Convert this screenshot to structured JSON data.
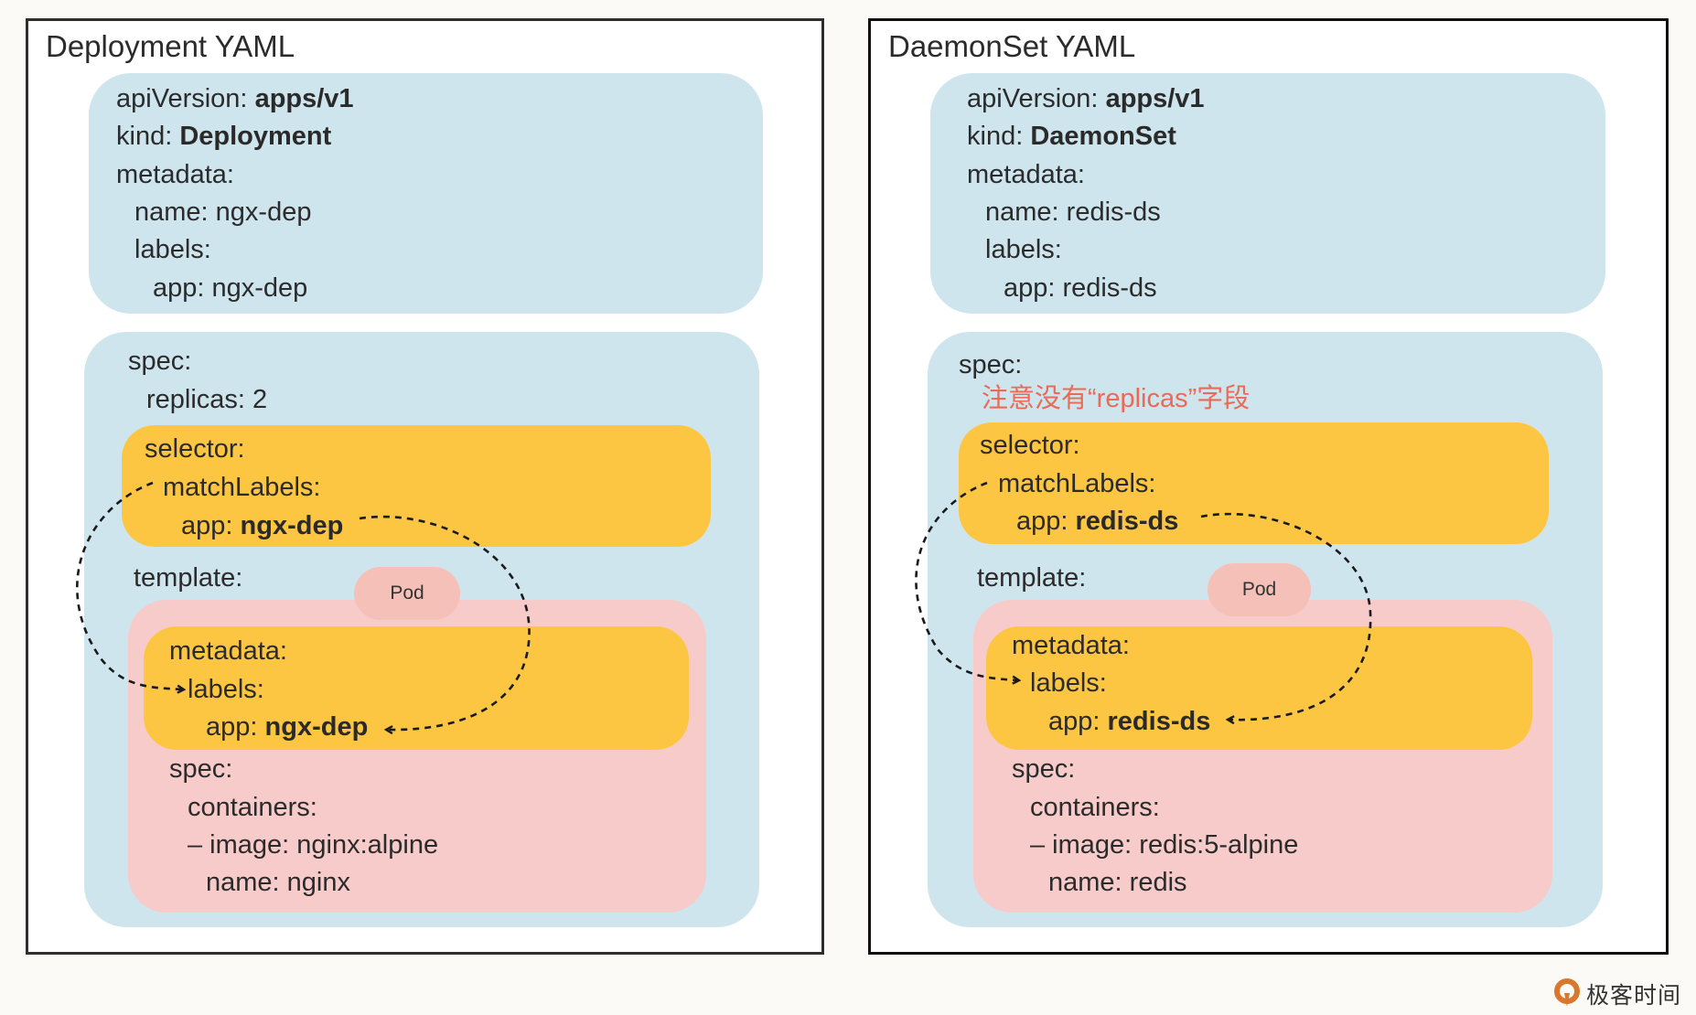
{
  "colors": {
    "metadata_box": "#cfe5ee",
    "selector_box": "#fcc643",
    "template_box": "#f7cbca",
    "pod_badge": "#f5c0b7",
    "note_text": "#ea6a55"
  },
  "left": {
    "title": "Deployment YAML",
    "header": {
      "apiVersion_key": "apiVersion:",
      "apiVersion_val": "apps/v1",
      "kind_key": "kind:",
      "kind_val": "Deployment",
      "metadata": "metadata:",
      "name": "name: ngx-dep",
      "labels": "labels:",
      "app": "app: ngx-dep"
    },
    "spec": {
      "spec": "spec:",
      "replicas": "replicas: 2",
      "selector": "selector:",
      "matchLabels": "matchLabels:",
      "sel_app_key": "app:",
      "sel_app_val": "ngx-dep",
      "template": "template:",
      "pod_badge": "Pod",
      "tpl_metadata": "metadata:",
      "tpl_labels": "labels:",
      "tpl_app_key": "app:",
      "tpl_app_val": "ngx-dep",
      "tpl_spec": "spec:",
      "containers": "containers:",
      "image": "– image: nginx:alpine",
      "container_name": "name: nginx"
    }
  },
  "right": {
    "title": "DaemonSet YAML",
    "header": {
      "apiVersion_key": "apiVersion:",
      "apiVersion_val": "apps/v1",
      "kind_key": "kind:",
      "kind_val": "DaemonSet",
      "metadata": "metadata:",
      "name": "name: redis-ds",
      "labels": "labels:",
      "app": "app: redis-ds"
    },
    "spec": {
      "spec": "spec:",
      "note": "注意没有“replicas”字段",
      "selector": "selector:",
      "matchLabels": "matchLabels:",
      "sel_app_key": "app:",
      "sel_app_val": "redis-ds",
      "template": "template:",
      "pod_badge": "Pod",
      "tpl_metadata": "metadata:",
      "tpl_labels": "labels:",
      "tpl_app_key": "app:",
      "tpl_app_val": "redis-ds",
      "tpl_spec": "spec:",
      "containers": "containers:",
      "image": "– image: redis:5-alpine",
      "container_name": "name: redis"
    }
  },
  "watermark": {
    "text": "极客时间"
  }
}
